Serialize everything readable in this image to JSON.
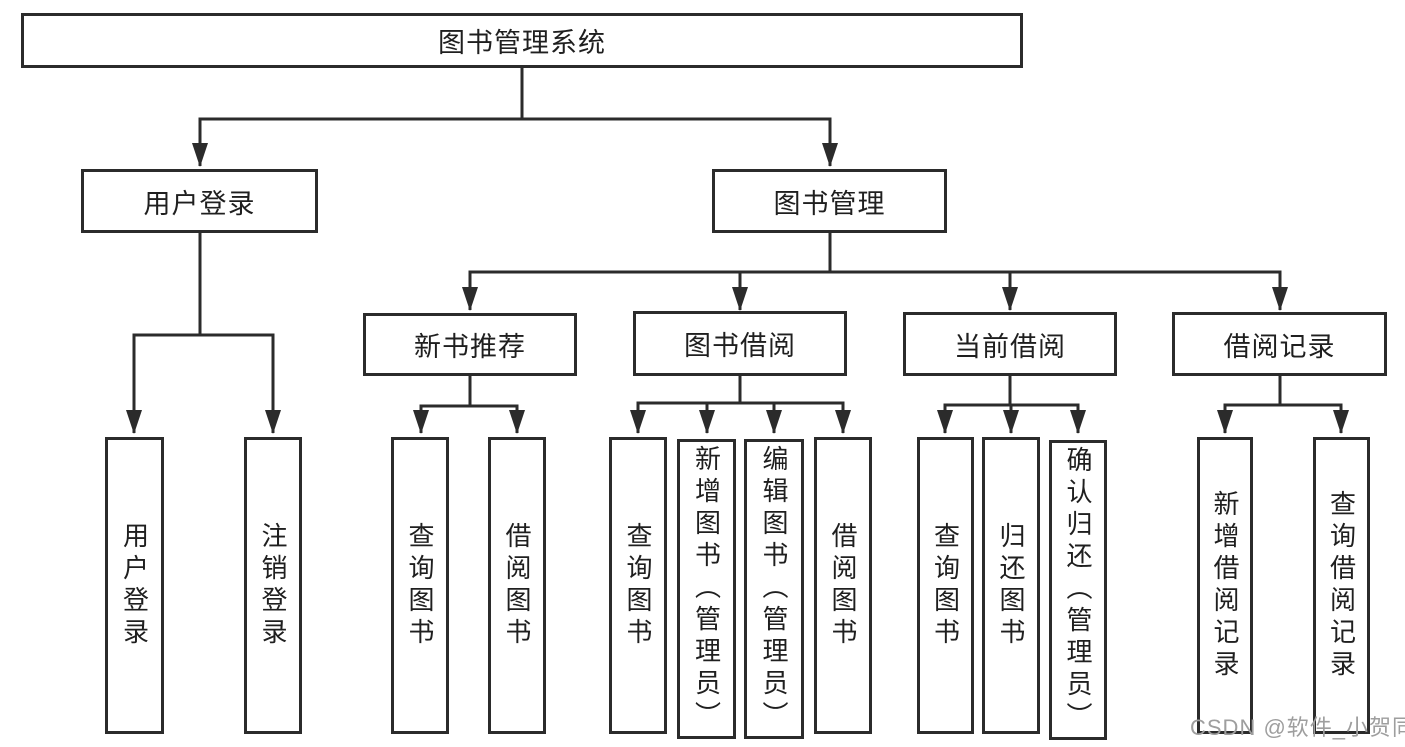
{
  "colors": {
    "line": "#2b2b2b",
    "text": "#1f1f1f",
    "watermark": "#9e9e9e",
    "bg": "#ffffff"
  },
  "watermark": "CSDN @软件_小贺同学",
  "nodes": {
    "system": "图书管理系统",
    "user_login": "用户登录",
    "book_management": "图书管理",
    "new_book_recommend": "新书推荐",
    "book_borrowing": "图书借阅",
    "current_borrowing": "当前借阅",
    "borrowing_records": "借阅记录",
    "leaf_user_login": "用户登录",
    "leaf_logout": "注销登录",
    "leaf_query_books_recommend": "查询图书",
    "leaf_borrow_books_recommend": "借阅图书",
    "leaf_query_books_borrowing": "查询图书",
    "leaf_add_book_admin": "新增图书（管理员）",
    "leaf_edit_book_admin": "编辑图书（管理员）",
    "leaf_borrow_books_borrowing": "借阅图书",
    "leaf_query_books_current": "查询图书",
    "leaf_return_books": "归还图书",
    "leaf_confirm_return_admin": "确认归还（管理员）",
    "leaf_add_borrow_record": "新增借阅记录",
    "leaf_query_borrow_record": "查询借阅记录"
  }
}
